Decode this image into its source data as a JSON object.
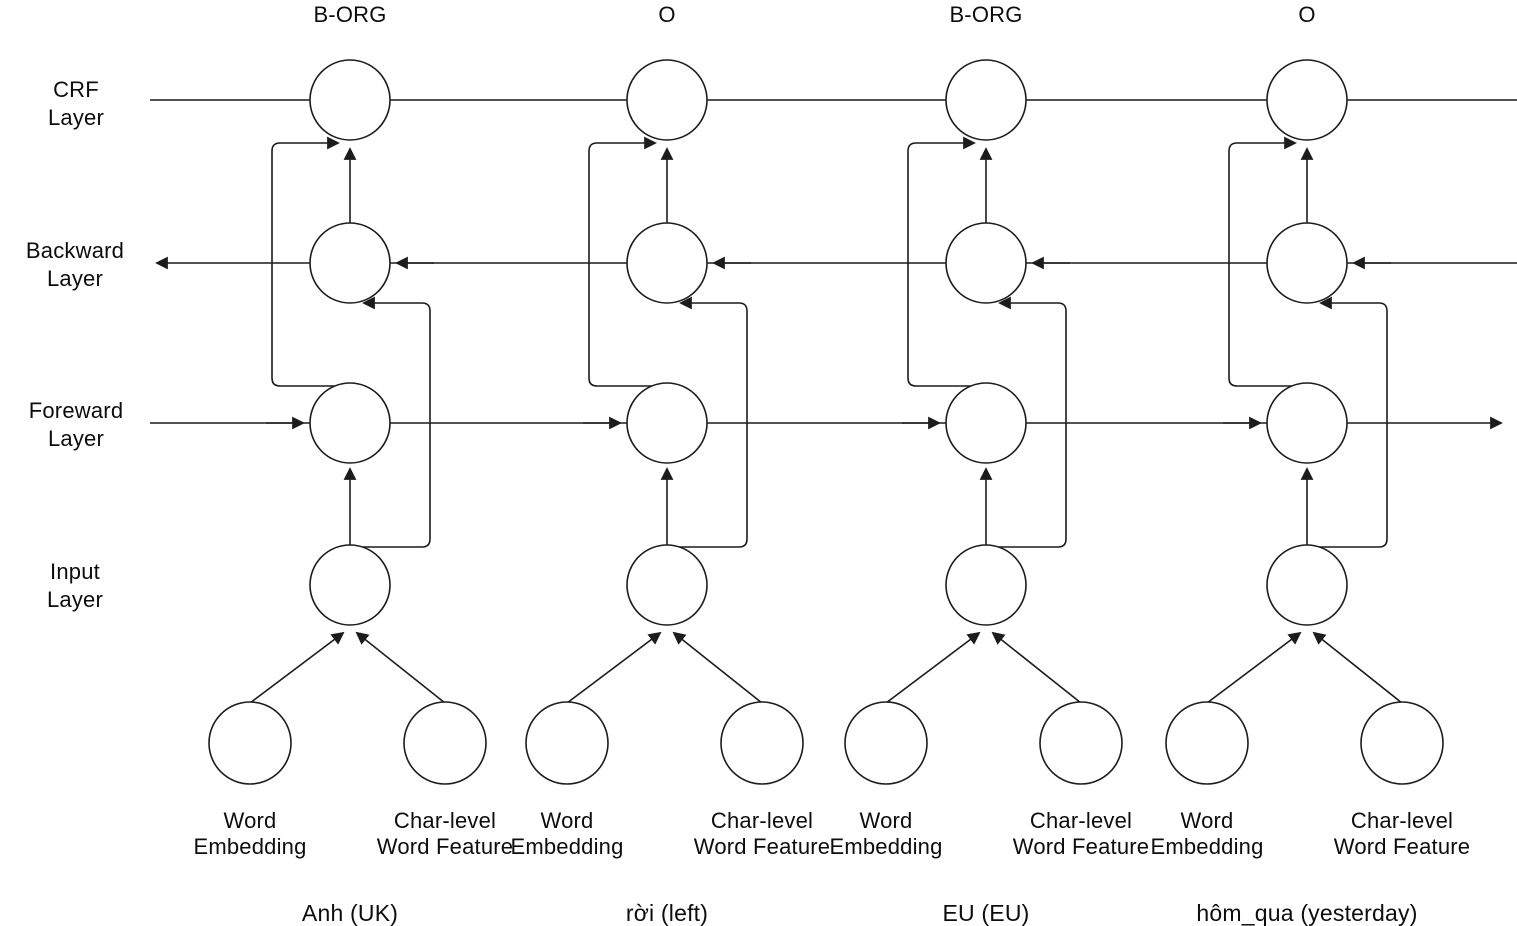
{
  "diagram": {
    "background": "#ffffff",
    "stroke_color": "#1c1c1c",
    "layer_labels": [
      {
        "line1": "CRF",
        "line2": "Layer"
      },
      {
        "line1": "Backward",
        "line2": "Layer"
      },
      {
        "line1": "Foreward",
        "line2": "Layer"
      },
      {
        "line1": "Input",
        "line2": "Layer"
      }
    ],
    "input_labels": {
      "word_embedding": {
        "line1": "Word",
        "line2": "Embedding"
      },
      "char_feature": {
        "line1": "Char-level",
        "line2": "Word Feature"
      }
    },
    "columns": [
      {
        "tag": "B-ORG",
        "word": "Anh (UK)"
      },
      {
        "tag": "O",
        "word": "rời (left)"
      },
      {
        "tag": "B-ORG",
        "word": "EU (EU)"
      },
      {
        "tag": "O",
        "word": "hôm_qua (yesterday)"
      }
    ]
  }
}
